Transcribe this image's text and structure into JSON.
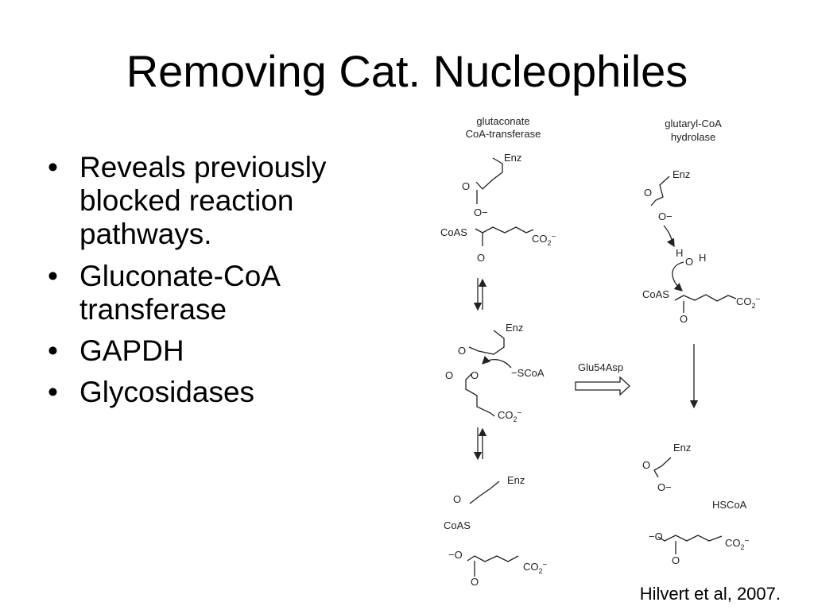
{
  "slide": {
    "title": "Removing Cat. Nucleophiles",
    "bullets": [
      "Reveals previously blocked reaction pathways.",
      "Gluconate-CoA transferase",
      "GAPDH",
      "Glycosidases"
    ],
    "citation": "Hilvert et al, 2007."
  },
  "scheme": {
    "left_title_1": "glutaconate",
    "left_title_2": "CoA-transferase",
    "right_title_1": "glutaryl-CoA",
    "right_title_2": "hydrolase",
    "enz": "Enz",
    "o": "O",
    "o_minus": "O−",
    "minus_o": "−O",
    "coas": "CoAS",
    "co2": "CO",
    "sub2": "2",
    "minus": "−",
    "minus_scoa": "−SCoA",
    "h": "H",
    "hscoa": "HSCoA",
    "mutation_label": "Glu54Asp"
  }
}
